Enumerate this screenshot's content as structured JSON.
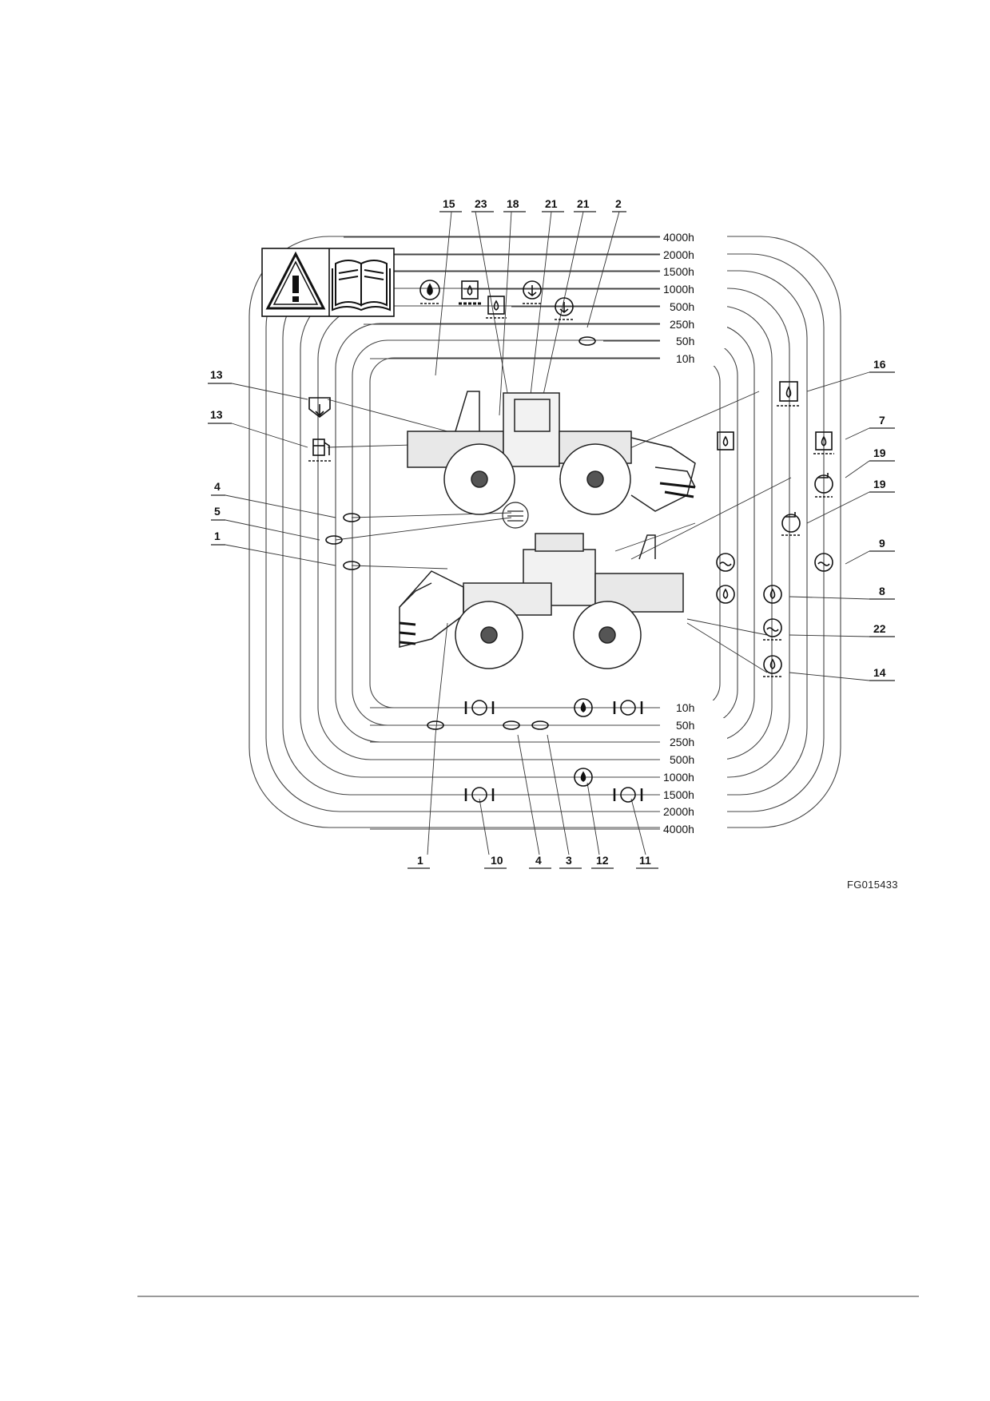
{
  "figure": {
    "figure_id": "FG015433",
    "intervals_right_top": [
      "4000h",
      "2000h",
      "1500h",
      "1000h",
      "500h",
      "250h",
      "50h",
      "10h"
    ],
    "intervals_right_bottom": [
      "10h",
      "50h",
      "250h",
      "500h",
      "1000h",
      "1500h",
      "2000h",
      "4000h"
    ],
    "callouts_top": [
      "15",
      "23",
      "18",
      "21",
      "21",
      "2"
    ],
    "callouts_left": [
      "13",
      "13",
      "4",
      "5",
      "1"
    ],
    "callouts_right": [
      "16",
      "7",
      "19",
      "19",
      "9",
      "8",
      "22",
      "14"
    ],
    "callouts_bottom": [
      "1",
      "10",
      "4",
      "3",
      "12",
      "11"
    ],
    "icons": {
      "warning": "warning-triangle-icon",
      "manual": "operator-manual-icon"
    }
  }
}
